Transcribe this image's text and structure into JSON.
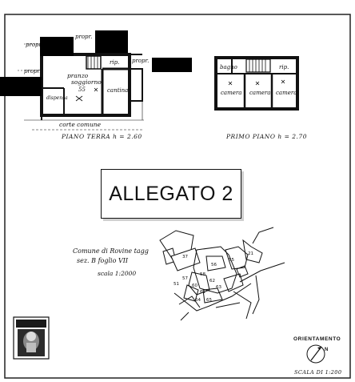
{
  "floor_plan_ground": {
    "labels": {
      "propr_top": "propr.",
      "propr_left": "propr.",
      "propr_left2": "propr.",
      "rip": "rip.",
      "propr_right": "propr.",
      "pranzo": "pranzo",
      "soggiorno": "soggiorno",
      "area_55": "55",
      "cantina": "cantina",
      "dispensa": "dispensa",
      "corte_comune": "corte comune"
    },
    "caption": "PIANO TERRA h = 2.60"
  },
  "floor_plan_first": {
    "labels": {
      "bagno": "bagno",
      "rip": "rip.",
      "camera_1": "camera",
      "camera_2": "camera",
      "camera_3": "camera"
    },
    "caption": "PRIMO PIANO h = 2.70"
  },
  "allegato": {
    "label": "ALLEGATO 2"
  },
  "cadastral": {
    "comune": "Comune di Rovine tagg",
    "sezione": "sez. B  foglio VII",
    "scala": "scala  1:2000",
    "parcels": [
      "37",
      "57",
      "21",
      "56",
      "55",
      "58",
      "60",
      "61",
      "51",
      "62",
      "63",
      "64",
      "65"
    ]
  },
  "orientamento": {
    "label": "ORIENTAMENTO",
    "north": "N"
  },
  "scale_label": "SCALA DI 1:200",
  "colors": {
    "ink": "#111111",
    "paper": "#ffffff",
    "redaction": "#000000"
  }
}
